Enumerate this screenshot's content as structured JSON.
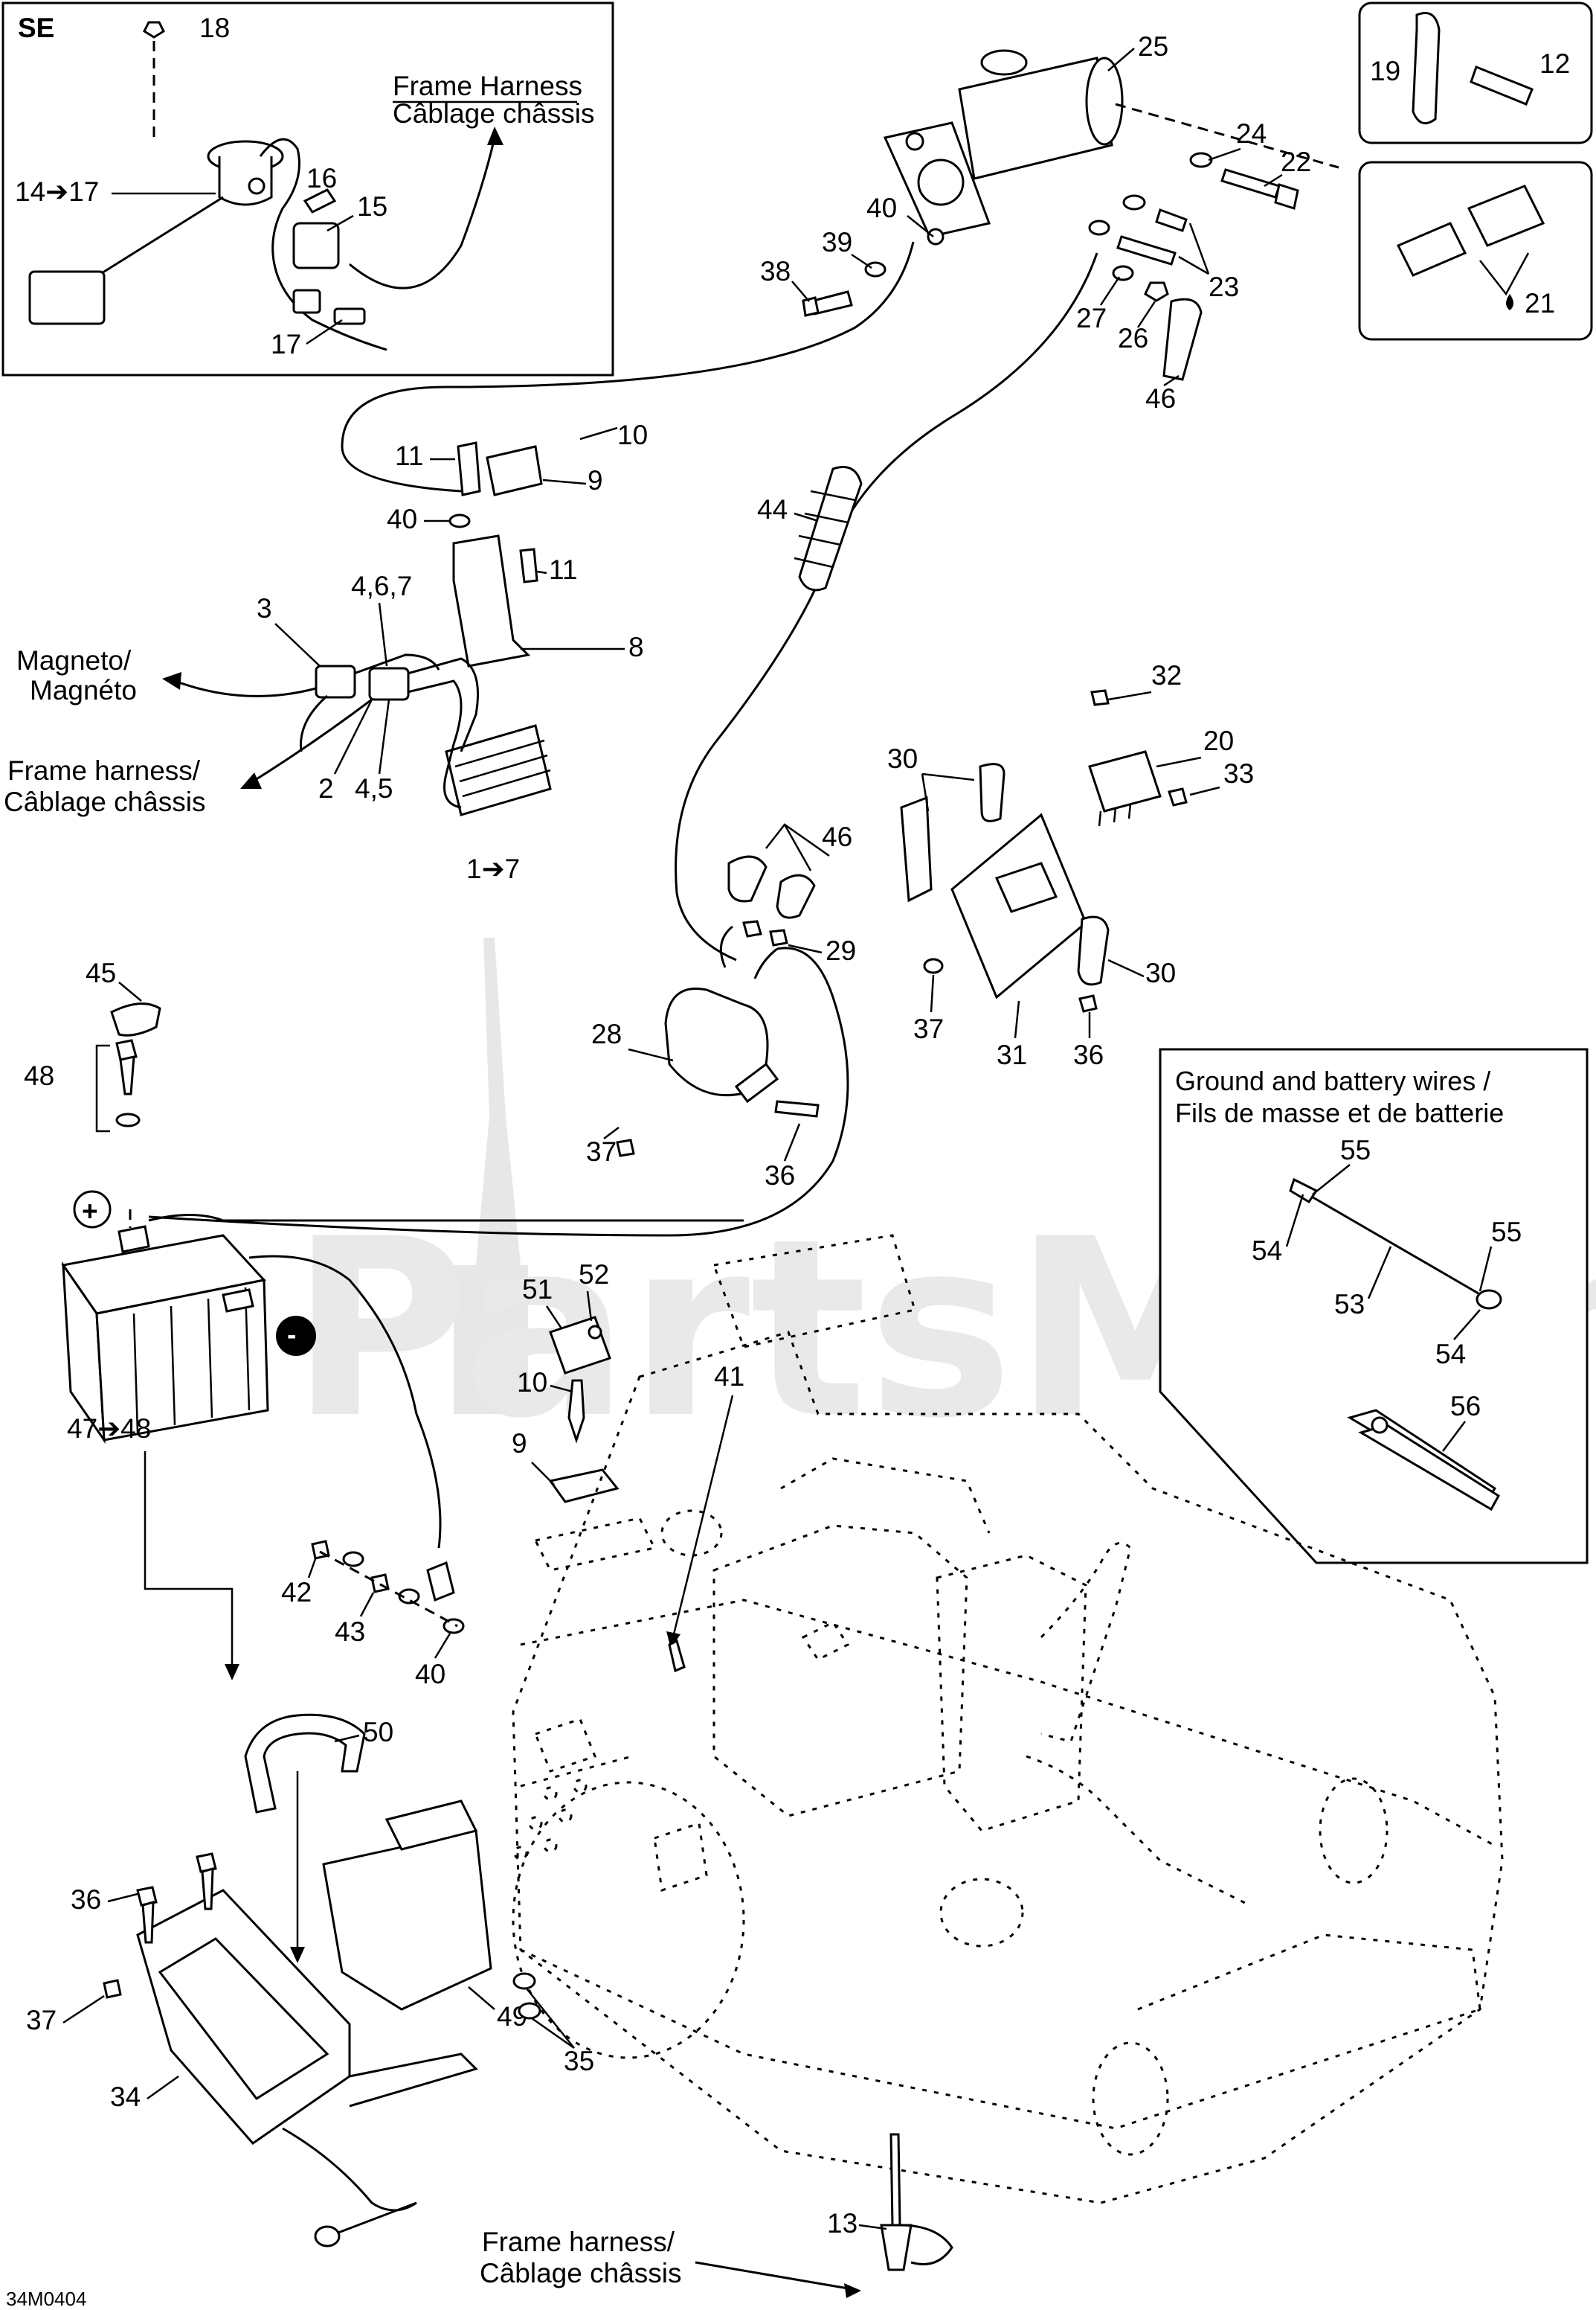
{
  "diagram_code": "34M0404",
  "watermark": "PartsMeme",
  "insets": {
    "se": {
      "title": "SE",
      "note_line1": "Frame Harness",
      "note_line2": "Câblage châssis",
      "labels": {
        "l18": "18",
        "l14_17": "14➔17",
        "l16": "16",
        "l15": "15",
        "l17": "17"
      }
    },
    "ties": {
      "l19": "19",
      "l12": "12"
    },
    "connector": {
      "l21": "21"
    },
    "ground_battery": {
      "title_line1": "Ground and battery wires /",
      "title_line2": "Fils de masse et de batterie",
      "labels": {
        "l55a": "55",
        "l54a": "54",
        "l55b": "55",
        "l53": "53",
        "l54b": "54",
        "l56": "56"
      }
    }
  },
  "notes": {
    "magneto_line1": "Magneto/",
    "magneto_line2": "Magnéto",
    "harness1_line1": "Frame harness/",
    "harness1_line2": "Câblage châssis",
    "harness2_line1": "Frame harness/",
    "harness2_line2": "Câblage châssis"
  },
  "battery_symbols": {
    "plus": "+",
    "minus": "-"
  },
  "callouts": {
    "c25": "25",
    "c24": "24",
    "c22": "22",
    "c40a": "40",
    "c39": "39",
    "c38": "38",
    "c23": "23",
    "c27": "27",
    "c26": "26",
    "c46a": "46",
    "c10a": "10",
    "c11a": "11",
    "c9a": "9",
    "c40b": "40",
    "c11b": "11",
    "c44": "44",
    "c3": "3",
    "c4_6_7": "4,6,7",
    "c8": "8",
    "c2": "2",
    "c4_5": "4,5",
    "c1_7": "1➔7",
    "c32": "32",
    "c20": "20",
    "c33": "33",
    "c30a": "30",
    "c46b": "46",
    "c29": "29",
    "c30b": "30",
    "c37a": "37",
    "c31": "31",
    "c36a": "36",
    "c45": "45",
    "c48": "48",
    "c28": "28",
    "c37b": "37",
    "c36b": "36",
    "c51": "51",
    "c52": "52",
    "c10b": "10",
    "c41": "41",
    "c47_48": "47➔48",
    "c9b": "9",
    "c42": "42",
    "c43": "43",
    "c40c": "40",
    "c50": "50",
    "c36c": "36",
    "c49": "49",
    "c37c": "37",
    "c34": "34",
    "c35": "35",
    "c13": "13"
  }
}
